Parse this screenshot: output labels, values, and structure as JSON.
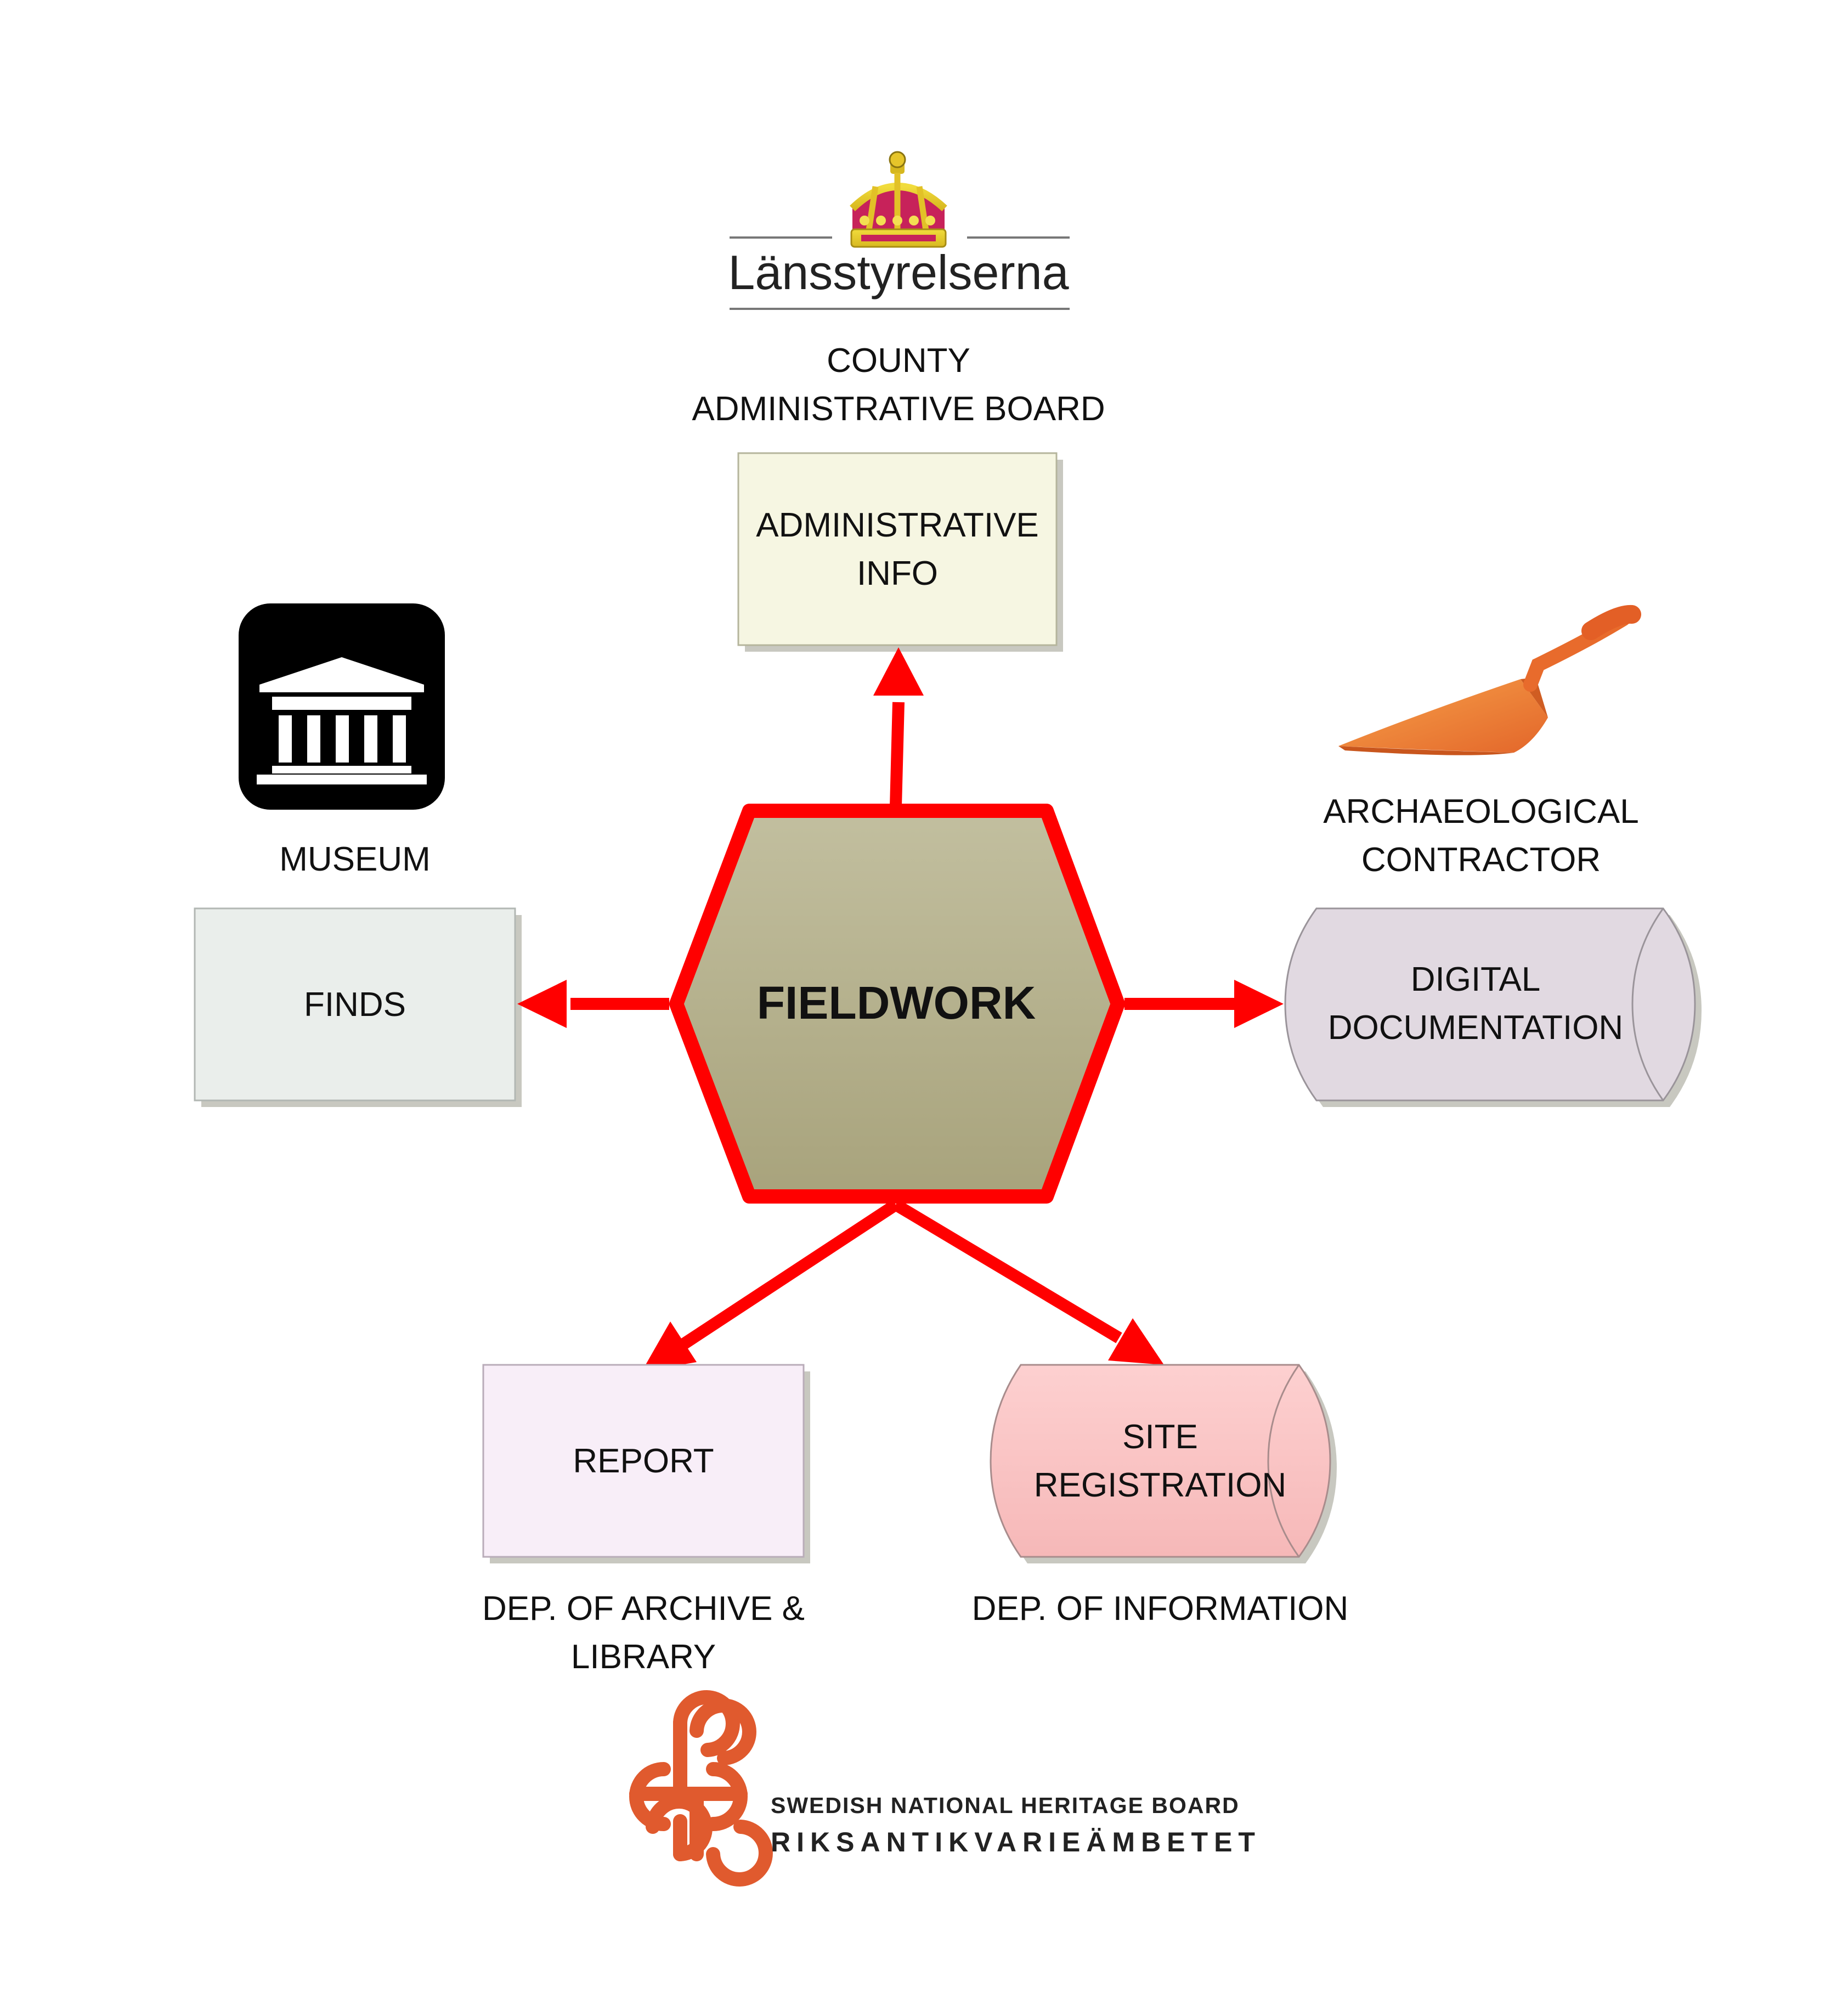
{
  "center": {
    "label": "FIELDWORK"
  },
  "county_logo": {
    "wordmark": "Länsstyrelserna"
  },
  "county": {
    "caption_line1": "COUNTY",
    "caption_line2": "ADMINISTRATIVE BOARD",
    "box_line1": "ADMINISTRATIVE",
    "box_line2": "INFO"
  },
  "museum": {
    "caption": "MUSEUM",
    "box": "FINDS"
  },
  "contractor": {
    "caption_line1": "ARCHAEOLOGICAL",
    "caption_line2": "CONTRACTOR",
    "box_line1": "DIGITAL",
    "box_line2": "DOCUMENTATION"
  },
  "archive": {
    "box": "REPORT",
    "caption_line1": "DEP. OF ARCHIVE &",
    "caption_line2": "LIBRARY"
  },
  "information": {
    "box_line1": "SITE",
    "box_line2": "REGISTRATION",
    "caption": "DEP. OF INFORMATION"
  },
  "heritage_board": {
    "line1": "SWEDISH NATIONAL HERITAGE BOARD",
    "line2": "RIKSANTIKVARIEÄMBETET"
  },
  "colors": {
    "arrow": "#ff0000",
    "hexagon_top": "#c0bd9d",
    "hexagon_bottom": "#a9a47e",
    "heritage_orange": "#e05a2e",
    "trowel_orange": "#f08a30"
  }
}
